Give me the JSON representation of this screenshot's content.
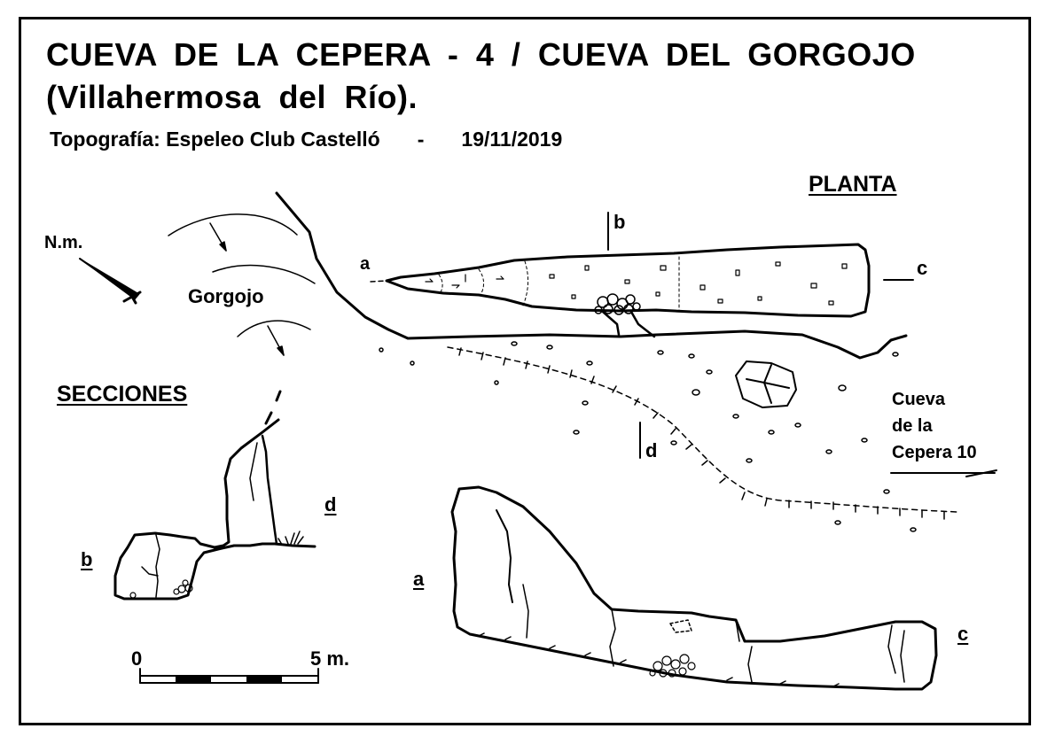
{
  "title": {
    "line1": "CUEVA  DE  LA  CEPERA - 4   /   CUEVA  DEL  GORGOJO",
    "line2": "(Villahermosa  del  Río)."
  },
  "credits": {
    "label": "Topografía:  Espeleo Club Castelló",
    "separator": "-",
    "date": "19/11/2019"
  },
  "plan": {
    "heading": "PLANTA",
    "north": "N.m.",
    "entrance_name": "Gorgojo",
    "neighbor_cave": [
      "Cueva",
      "de  la",
      "Cepera 10"
    ],
    "section_marks": {
      "a": "a",
      "b": "b",
      "c": "c",
      "d": "d"
    }
  },
  "sections": {
    "heading": "SECCIONES",
    "cross_labels": {
      "b": "b",
      "d": "d"
    },
    "long_labels": {
      "a": "a",
      "c": "c"
    }
  },
  "scale": {
    "start": "0",
    "end": "5 m."
  },
  "colors": {
    "ink": "#000000",
    "paper": "#ffffff"
  }
}
